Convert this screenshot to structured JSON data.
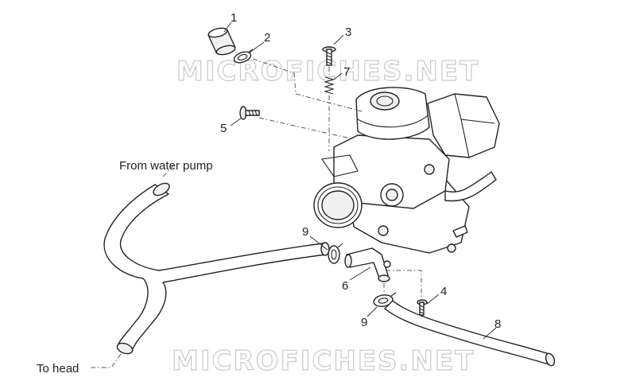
{
  "watermark": "MICROFICHES.NET",
  "captions": {
    "from_water_pump": "From water pump",
    "to_head": "To head"
  },
  "callouts": {
    "c1": "1",
    "c2": "2",
    "c3": "3",
    "c4": "4",
    "c5": "5",
    "c6": "6",
    "c7": "7",
    "c8": "8",
    "c9a": "9",
    "c9b": "9"
  }
}
